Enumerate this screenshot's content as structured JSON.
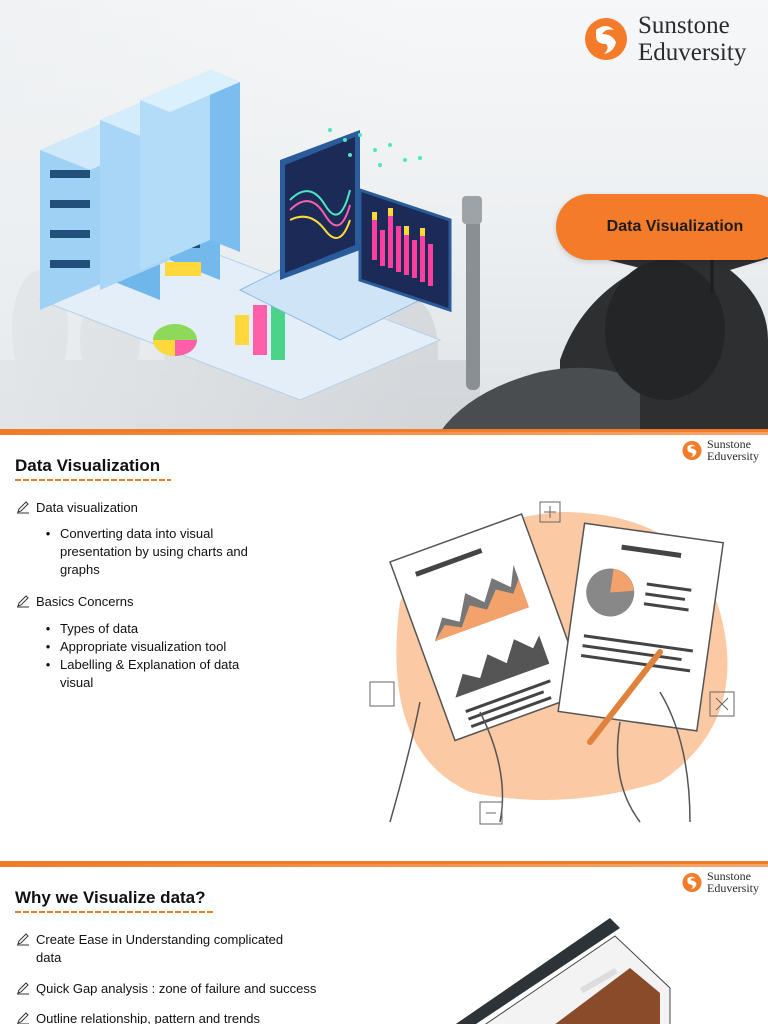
{
  "brand": {
    "line1": "Sunstone",
    "line2": "Eduversity",
    "logo_icon": "swirl-logo-icon",
    "accent": "#f47b2a"
  },
  "slide1": {
    "title": "Data Visualization"
  },
  "slide2": {
    "heading": "Data Visualization",
    "items": [
      {
        "label": "Data visualization",
        "subitems": [
          "Converting data into visual presentation by using charts and graphs"
        ]
      },
      {
        "label": "Basics Concerns",
        "subitems": [
          "Types of data",
          "Appropriate visualization tool",
          "Labelling & Explanation of data visual"
        ]
      }
    ]
  },
  "slide3": {
    "heading": "Why we Visualize data?",
    "items": [
      {
        "label": "Create Ease in Understanding complicated data"
      },
      {
        "label": "Quick Gap analysis : zone of failure and success"
      },
      {
        "label": "Outline relationship, pattern and trends"
      }
    ]
  }
}
